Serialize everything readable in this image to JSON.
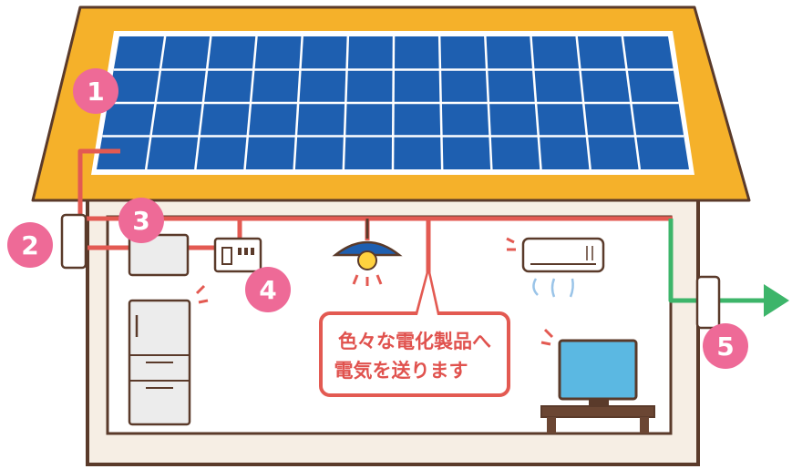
{
  "markers": [
    {
      "id": "marker-1",
      "label": "1"
    },
    {
      "id": "marker-2",
      "label": "2"
    },
    {
      "id": "marker-3",
      "label": "3"
    },
    {
      "id": "marker-4",
      "label": "4"
    },
    {
      "id": "marker-5",
      "label": "5"
    }
  ],
  "callout": {
    "line1": "色々な電化製品へ",
    "line2": "電気を送ります"
  },
  "colors": {
    "roof": "#f5b12a",
    "panel": "#1e5fb0",
    "wire_red": "#e35a52",
    "wire_green": "#3db56a",
    "marker_pink": "#ee6a97",
    "wall": "#f6eee4",
    "outline": "#5a3a2a"
  },
  "icons": [
    "solar-panel-icon",
    "refrigerator-icon",
    "ceiling-lamp-icon",
    "air-conditioner-icon",
    "television-icon",
    "power-conditioner-icon",
    "distribution-board-icon",
    "connection-box-icon",
    "meter-box-icon",
    "export-arrow-icon"
  ]
}
